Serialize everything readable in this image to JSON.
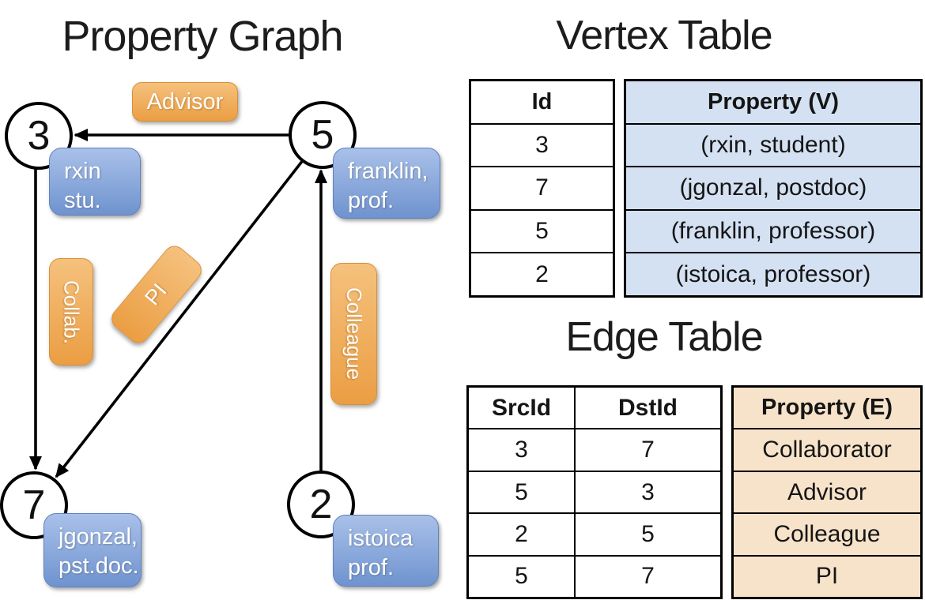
{
  "graph_panel": {
    "title": "Property Graph",
    "nodes": [
      {
        "id": "3",
        "property": [
          "rxin",
          "stu."
        ]
      },
      {
        "id": "5",
        "property": [
          "franklin,",
          "prof."
        ]
      },
      {
        "id": "7",
        "property": [
          "jgonzal,",
          "pst.doc."
        ]
      },
      {
        "id": "2",
        "property": [
          "istoica",
          "prof."
        ]
      }
    ],
    "edges": [
      {
        "label": "Advisor",
        "src": "5",
        "dst": "3"
      },
      {
        "label": "Collab.",
        "src": "3",
        "dst": "7"
      },
      {
        "label": "PI",
        "src": "5",
        "dst": "7"
      },
      {
        "label": "Colleague",
        "src": "2",
        "dst": "5"
      }
    ]
  },
  "vertex_table": {
    "title": "Vertex Table",
    "headers": {
      "id": "Id",
      "property": "Property (V)"
    },
    "rows": [
      {
        "id": "3",
        "property": "(rxin, student)"
      },
      {
        "id": "7",
        "property": "(jgonzal, postdoc)"
      },
      {
        "id": "5",
        "property": "(franklin, professor)"
      },
      {
        "id": "2",
        "property": "(istoica, professor)"
      }
    ]
  },
  "edge_table": {
    "title": "Edge Table",
    "headers": {
      "src": "SrcId",
      "dst": "DstId",
      "property": "Property (E)"
    },
    "rows": [
      {
        "src": "3",
        "dst": "7",
        "property": "Collaborator"
      },
      {
        "src": "5",
        "dst": "3",
        "property": "Advisor"
      },
      {
        "src": "2",
        "dst": "5",
        "property": "Colleague"
      },
      {
        "src": "5",
        "dst": "7",
        "property": "PI"
      }
    ]
  },
  "colors": {
    "vertex_box_gradient_top": "#a9c1e9",
    "vertex_box_gradient_bottom": "#6f93cf",
    "edge_box_gradient_top": "#f5c17d",
    "edge_box_gradient_bottom": "#eb9e43",
    "vertex_table_fill": "#d4e1f3",
    "edge_table_fill": "#f7e3ca",
    "line_color": "#000000",
    "box_text_color": "#ffffff"
  }
}
